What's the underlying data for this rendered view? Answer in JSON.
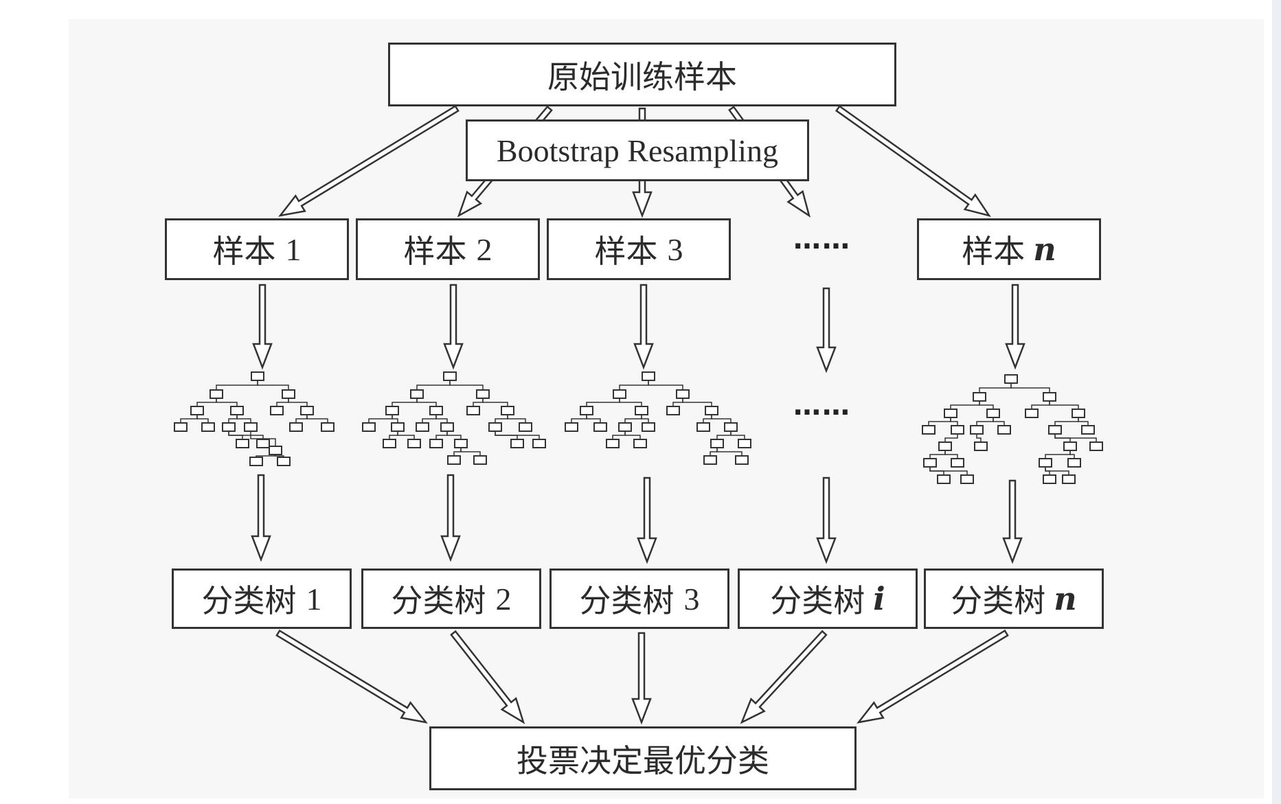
{
  "diagram": {
    "title_box": "原始训练样本",
    "resampling_box": "Bootstrap Resampling",
    "samples": [
      {
        "prefix": "样本",
        "index": "1"
      },
      {
        "prefix": "样本",
        "index": "2"
      },
      {
        "prefix": "样本",
        "index": "3"
      },
      {
        "prefix": "样本",
        "index": "n"
      }
    ],
    "ellipsis": "……",
    "trees": [
      {
        "prefix": "分类树",
        "index": "1"
      },
      {
        "prefix": "分类树",
        "index": "2"
      },
      {
        "prefix": "分类树",
        "index": "3"
      },
      {
        "prefix": "分类树",
        "index": "i"
      },
      {
        "prefix": "分类树",
        "index": "n"
      }
    ],
    "vote_box": "投票决定最优分类"
  },
  "colors": {
    "line": "#333333",
    "panel": "#f7f7f7",
    "text": "#2b2b2b"
  }
}
